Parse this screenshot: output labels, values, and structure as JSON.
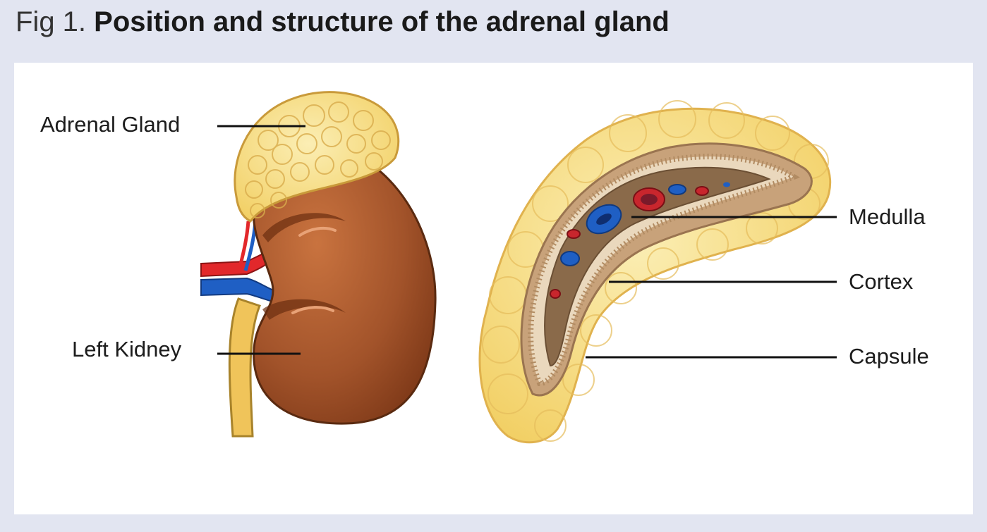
{
  "title": {
    "fig_number": "Fig 1.",
    "text": "Position and structure of the adrenal gland"
  },
  "labels": {
    "adrenal_gland": "Adrenal Gland",
    "left_kidney": "Left Kidney",
    "medulla": "Medulla",
    "cortex": "Cortex",
    "capsule": "Capsule"
  },
  "colors": {
    "background": "#e2e5f1",
    "panel": "#ffffff",
    "kidney": "#a2532a",
    "adrenal_fat": "#f5d77a",
    "artery": "#e2282b",
    "vein": "#1f5fc4",
    "ureter": "#f0c45a"
  }
}
